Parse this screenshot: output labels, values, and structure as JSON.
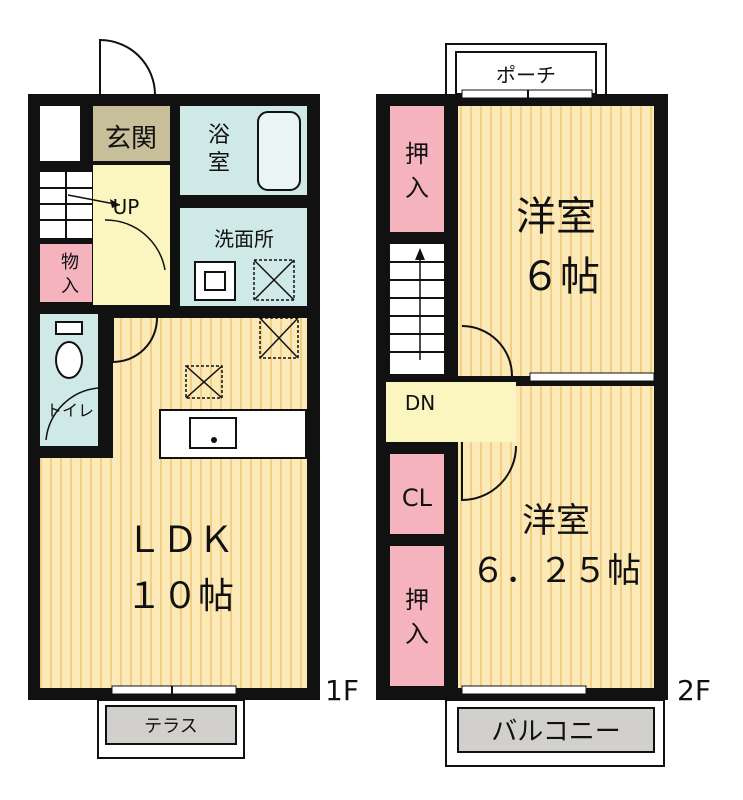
{
  "floor1": {
    "label": "1F",
    "entrance": "玄関",
    "bath_line1": "浴",
    "bath_line2": "室",
    "washroom": "洗面所",
    "up": "UP",
    "storage_line1": "物",
    "storage_line2": "入",
    "toilet": "トイレ",
    "ldk_line1": "ＬＤＫ",
    "ldk_line2": "１０帖",
    "terrace": "テラス"
  },
  "floor2": {
    "label": "2F",
    "porch": "ポーチ",
    "closet_top_line1": "押",
    "closet_top_line2": "入",
    "room1_line1": "洋室",
    "room1_line2": "６帖",
    "dn": "DN",
    "cl": "CL",
    "closet_bottom_line1": "押",
    "closet_bottom_line2": "入",
    "room2_line1": "洋室",
    "room2_line2": "６．２５帖",
    "balcony": "バルコニー"
  },
  "colors": {
    "wall": "#111111",
    "room_floor": "#fbe9b8",
    "stripe": "#f3cf86",
    "wet_area": "#cfeae6",
    "closet": "#f4b3bd",
    "entrance": "#c7bf99",
    "hall": "#fbf6c0",
    "terrace": "#d2d0cc"
  }
}
